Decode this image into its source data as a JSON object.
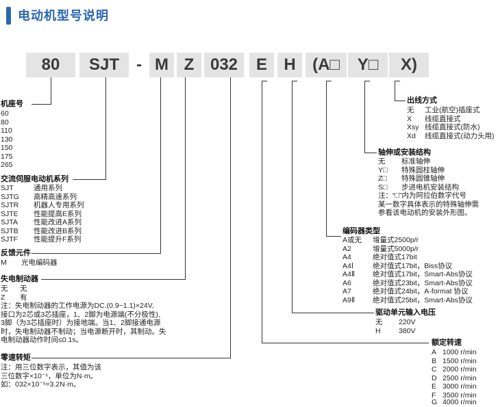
{
  "title": "电动机型号说明",
  "code": {
    "p1": "80",
    "p2": "SJT",
    "dash": "-",
    "p3": "M",
    "p4": "Z",
    "p5": "032",
    "p6": "E",
    "p7": "H",
    "p8": "(A□",
    "p9": "Y□",
    "p10": "X)"
  },
  "frame": {
    "title": "机座号",
    "items": [
      "60",
      "80",
      "110",
      "130",
      "150",
      "175",
      "265"
    ]
  },
  "series": {
    "title": "交流伺服电动机系列",
    "rows": [
      {
        "code": "SJT",
        "desc": "通用系列"
      },
      {
        "code": "SJTG",
        "desc": "高精高速系列"
      },
      {
        "code": "SJTR",
        "desc": "机器人专用系列"
      },
      {
        "code": "SJTE",
        "desc": "性能提高E系列"
      },
      {
        "code": "SJTA",
        "desc": "性能改进A系列"
      },
      {
        "code": "SJTB",
        "desc": "性能改进B系列"
      },
      {
        "code": "SJTF",
        "desc": "性能提升F系列"
      }
    ]
  },
  "feedback": {
    "title": "反馈元件",
    "rows": [
      {
        "code": "M",
        "desc": "光电编码器"
      }
    ]
  },
  "brake": {
    "title": "失电制动器",
    "rows": [
      {
        "code": "无",
        "desc": "无"
      },
      {
        "code": "Z",
        "desc": "有"
      }
    ],
    "notes": [
      "注：失电制动器的工作电源为DC.(0.9~1.1)×24V,",
      "接口为2芯或3芯插座，1、2脚为电源端(不分极性),",
      "3脚（为3芯插座时）为接地端。当1、2脚接通电源",
      "时，失电制动器不制动；当电源断开时，其制动。失",
      "电制动器动作时间≤0.1s。"
    ]
  },
  "torque": {
    "title": "零速转矩",
    "notes": [
      "注：用三位数字表示，其值为该",
      "三位数字×10⁻¹，单位为N·m。",
      "如：032×10⁻¹=3.2N·m。"
    ]
  },
  "speed": {
    "title": "额定转速",
    "rows": [
      {
        "code": "A",
        "desc": "1000 r/min"
      },
      {
        "code": "B",
        "desc": "1500 r/min"
      },
      {
        "code": "C",
        "desc": "2000 r/min"
      },
      {
        "code": "D",
        "desc": "2500 r/min"
      },
      {
        "code": "E",
        "desc": "3000 r/min"
      },
      {
        "code": "F",
        "desc": "3500 r/min"
      },
      {
        "code": "G",
        "desc": "4000 r/min"
      }
    ]
  },
  "voltage": {
    "title": "驱动单元输入电压",
    "rows": [
      {
        "code": "无",
        "desc": "220V"
      },
      {
        "code": "H",
        "desc": "380V"
      }
    ]
  },
  "encoder": {
    "title": "编码器类型",
    "rows": [
      {
        "code": "A或无",
        "desc": "增量式2500p/r"
      },
      {
        "code": "A2",
        "desc": "增量式5000p/r"
      },
      {
        "code": "A4",
        "desc": "绝对值式17bit"
      },
      {
        "code": "A4Ⅰ",
        "desc": "绝对值式17bit，Biss协议"
      },
      {
        "code": "A4Ⅱ",
        "desc": "绝对值式17bit，Smart-Abs协议"
      },
      {
        "code": "A6",
        "desc": "绝对值式23bit，Smart-Abs协议"
      },
      {
        "code": "A7",
        "desc": "绝对值式24bit，A-format 协议"
      },
      {
        "code": "A9Ⅱ",
        "desc": "绝对值式25bit，Smart-Abs协议"
      }
    ]
  },
  "shaft": {
    "title": "轴伸或安装结构",
    "rows": [
      {
        "code": "无",
        "desc": "标准轴伸"
      },
      {
        "code": "Y□",
        "desc": "特殊圆柱轴伸"
      },
      {
        "code": "Z□",
        "desc": "特殊圆锥轴伸"
      },
      {
        "code": "S□",
        "desc": "步进电机安装结构"
      }
    ],
    "notes": [
      "注：“□”内为阿拉伯数字代号",
      "某一数字具体表示的特殊轴伸需",
      "参看该电动机的安装外形图。"
    ]
  },
  "outlet": {
    "title": "出线方式",
    "rows": [
      {
        "code": "无",
        "desc": "工业(航空)插座式"
      },
      {
        "code": "X",
        "desc": "线缆直接式"
      },
      {
        "code": "Xsy",
        "desc": "线缆直接式(防水)"
      },
      {
        "code": "Xd",
        "desc": "线缆直接式(动力头用)"
      }
    ]
  }
}
